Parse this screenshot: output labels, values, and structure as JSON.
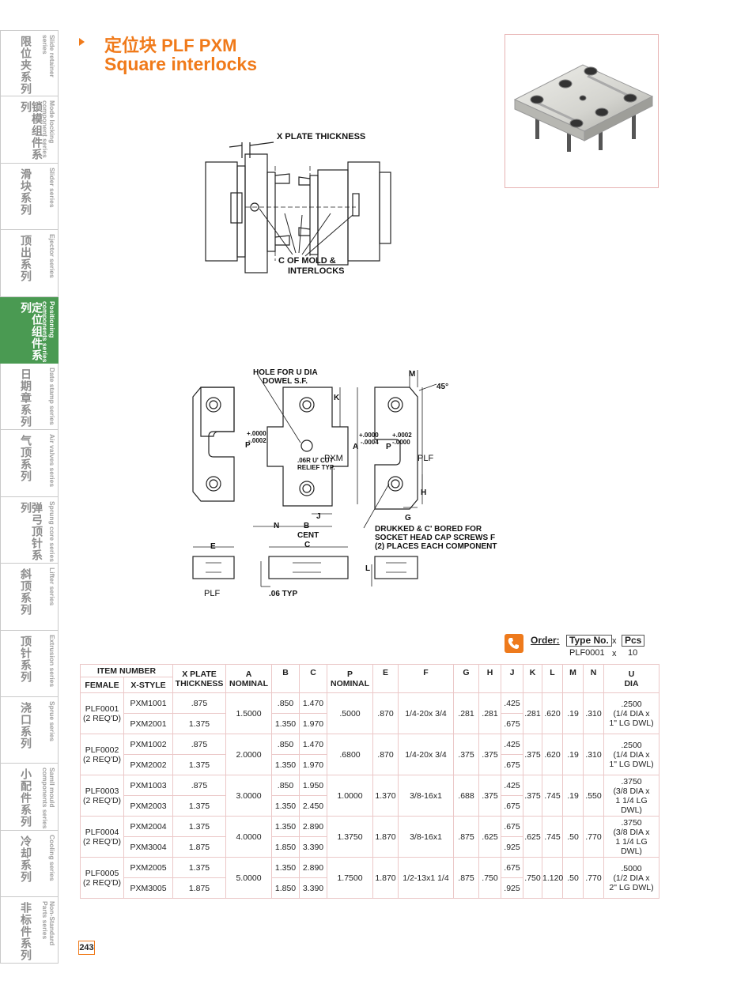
{
  "sidebar": {
    "items": [
      {
        "zh": "限位夹系列",
        "en": "Slide retainer series",
        "active": false
      },
      {
        "zh": "锁模组件系列",
        "en": "Mode locking component series",
        "active": false
      },
      {
        "zh": "滑块系列",
        "en": "Slider series",
        "active": false
      },
      {
        "zh": "顶出系列",
        "en": "Ejector series",
        "active": false
      },
      {
        "zh": "定位组件系列",
        "en": "Positioning components series",
        "active": true
      },
      {
        "zh": "日期章系列",
        "en": "Date stamp series",
        "active": false
      },
      {
        "zh": "气顶系列",
        "en": "Air valves series",
        "active": false
      },
      {
        "zh": "弹弓顶针系列",
        "en": "Sprung core series",
        "active": false
      },
      {
        "zh": "斜顶系列",
        "en": "Lifter series",
        "active": false
      },
      {
        "zh": "顶针系列",
        "en": "Extrusion series",
        "active": false
      },
      {
        "zh": "浇口系列",
        "en": "Sprue series",
        "active": false
      },
      {
        "zh": "小配件系列",
        "en": "Samll mould components series",
        "active": false
      },
      {
        "zh": "冷却系列",
        "en": "Cooling series",
        "active": false
      },
      {
        "zh": "非标件系列",
        "en": "Non-Standard Parts series",
        "active": false
      }
    ]
  },
  "header": {
    "title_zh": "定位块 PLF  PXM",
    "title_en": "Square interlocks",
    "accent": "#f07a1a"
  },
  "drawing_top": {
    "plate_thickness": "X PLATE THICKNESS",
    "cl_line1": "C OF MOLD &",
    "cl_line2": "INTERLOCKS"
  },
  "drawing_bottom": {
    "hole_line1": "HOLE FOR U DIA",
    "hole_line2": "DOWEL S.F.",
    "m": "M",
    "deg": "45°",
    "k": "K",
    "p_left": "P",
    "tol_left_1": "+.0000",
    "tol_left_2": "-.0002",
    "tol_a_1": "+.0000",
    "tol_a_2": "-.0004",
    "a": "A",
    "p_right": "P",
    "tol_right_1": "+.0002",
    "tol_right_2": "-.0000",
    "pxm": "PXM",
    "plf_right": "PLF",
    "relief_1": ".06R U' CUT",
    "relief_2": "RELIEF TYP.",
    "h": "H",
    "g": "G",
    "j": "J",
    "n": "N",
    "b": "B",
    "cent": "CENT",
    "c": "C",
    "e": "E",
    "note_1": "DRUKKED & C' BORED FOR",
    "note_2": "SOCKET HEAD CAP SCREWS F",
    "note_3": "(2) PLACES EACH COMPONENT",
    "l": "L",
    "plf_bottom": "PLF",
    "typ": ".06 TYP"
  },
  "order": {
    "order_label": "Order:",
    "type_label": "Type No.",
    "x1": "x",
    "pcs_label": "Pcs",
    "example_type": "PLF0001",
    "x2": "x",
    "example_pcs": "10"
  },
  "table": {
    "headers": {
      "item_number": "ITEM NUMBER",
      "female": "FEMALE",
      "x_style": "X-STYLE",
      "x_plate": "X PLATE",
      "thickness": "THICKNESS",
      "a": "A",
      "a_nominal": "NOMINAL",
      "b": "B",
      "c": "C",
      "p": "P",
      "p_nominal": "NOMINAL",
      "e": "E",
      "f": "F",
      "g": "G",
      "h": "H",
      "j": "J",
      "k": "K",
      "l": "L",
      "m": "M",
      "n": "N",
      "u": "U",
      "u_dia": "DIA"
    },
    "groups": [
      {
        "female": "PLF0001",
        "req": "(2 REQ'D)",
        "a": "1.5000",
        "p": ".5000",
        "e": ".870",
        "f": "1/4-20x 3/4",
        "g": ".281",
        "h": ".281",
        "k": ".281",
        "l": ".620",
        "m": ".19",
        "n": ".310",
        "u1": ".2500",
        "u2": "(1/4 DIA x",
        "u3": "1\" LG DWL)",
        "rows": [
          {
            "x": "PXM1001",
            "t": ".875",
            "b": ".850",
            "c": "1.470",
            "j": ".425"
          },
          {
            "x": "PXM2001",
            "t": "1.375",
            "b": "1.350",
            "c": "1.970",
            "j": ".675"
          }
        ]
      },
      {
        "female": "PLF0002",
        "req": "(2 REQ'D)",
        "a": "2.0000",
        "p": ".6800",
        "e": ".870",
        "f": "1/4-20x 3/4",
        "g": ".375",
        "h": ".375",
        "k": ".375",
        "l": ".620",
        "m": ".19",
        "n": ".310",
        "u1": ".2500",
        "u2": "(1/4 DIA x",
        "u3": "1\" LG DWL)",
        "rows": [
          {
            "x": "PXM1002",
            "t": ".875",
            "b": ".850",
            "c": "1.470",
            "j": ".425"
          },
          {
            "x": "PXM2002",
            "t": "1.375",
            "b": "1.350",
            "c": "1.970",
            "j": ".675"
          }
        ]
      },
      {
        "female": "PLF0003",
        "req": "(2 REQ'D)",
        "a": "3.0000",
        "p": "1.0000",
        "e": "1.370",
        "f": "3/8-16x1",
        "g": ".688",
        "h": ".375",
        "k": ".375",
        "l": ".745",
        "m": ".19",
        "n": ".550",
        "u1": ".3750",
        "u2": "(3/8 DIA x",
        "u3": "1 1/4 LG DWL)",
        "rows": [
          {
            "x": "PXM1003",
            "t": ".875",
            "b": ".850",
            "c": "1.950",
            "j": ".425"
          },
          {
            "x": "PXM2003",
            "t": "1.375",
            "b": "1.350",
            "c": "2.450",
            "j": ".675"
          }
        ]
      },
      {
        "female": "PLF0004",
        "req": "(2 REQ'D)",
        "a": "4.0000",
        "p": "1.3750",
        "e": "1.870",
        "f": "3/8-16x1",
        "g": ".875",
        "h": ".625",
        "k": ".625",
        "l": ".745",
        "m": ".50",
        "n": ".770",
        "u1": ".3750",
        "u2": "(3/8 DIA x",
        "u3": "1 1/4 LG DWL)",
        "rows": [
          {
            "x": "PXM2004",
            "t": "1.375",
            "b": "1.350",
            "c": "2.890",
            "j": ".675"
          },
          {
            "x": "PXM3004",
            "t": "1.875",
            "b": "1.850",
            "c": "3.390",
            "j": ".925"
          }
        ]
      },
      {
        "female": "PLF0005",
        "req": "(2 REQ'D)",
        "a": "5.0000",
        "p": "1.7500",
        "e": "1.870",
        "f": "1/2-13x1 1/4",
        "g": ".875",
        "h": ".750",
        "k": ".750",
        "l": "1.120",
        "m": ".50",
        "n": ".770",
        "u1": ".5000",
        "u2": "(1/2 DIA x",
        "u3": "2\" LG DWL)",
        "rows": [
          {
            "x": "PXM2005",
            "t": "1.375",
            "b": "1.350",
            "c": "2.890",
            "j": ".675"
          },
          {
            "x": "PXM3005",
            "t": "1.875",
            "b": "1.850",
            "c": "3.390",
            "j": ".925"
          }
        ]
      }
    ]
  },
  "page_number": "243"
}
